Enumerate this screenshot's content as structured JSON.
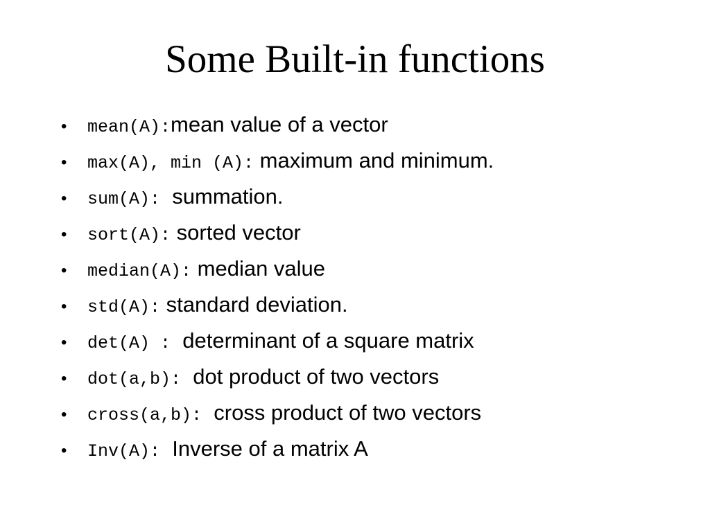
{
  "slide": {
    "title": "Some Built-in functions",
    "items": [
      {
        "code": "mean(A):",
        "desc": "mean value of a vector"
      },
      {
        "code": "max(A), min (A):",
        "desc": " maximum and minimum."
      },
      {
        "code": "sum(A):",
        "desc": "  summation."
      },
      {
        "code": "sort(A):",
        "desc": " sorted vector"
      },
      {
        "code": "median(A):",
        "desc": " median value"
      },
      {
        "code": "std(A):",
        "desc": " standard deviation."
      },
      {
        "code": "det(A) :",
        "desc": "  determinant of a square matrix"
      },
      {
        "code": "dot(a,b):",
        "desc": "  dot product of two vectors"
      },
      {
        "code": "cross(a,b):",
        "desc": "  cross product of two vectors"
      },
      {
        "code": "Inv(A):",
        "desc": "  Inverse of a matrix A"
      }
    ]
  }
}
